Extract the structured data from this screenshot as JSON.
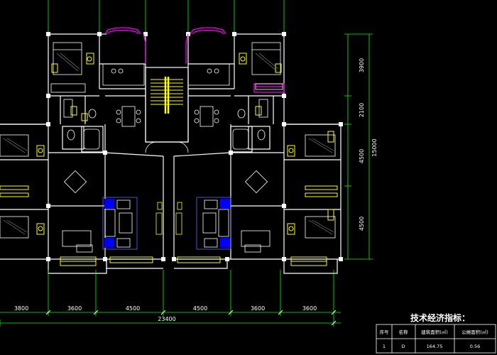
{
  "dimensions": {
    "bottom": [
      "3800",
      "3600",
      "4500",
      "4500",
      "3600",
      "3600"
    ],
    "total": "23400",
    "right": [
      "3900",
      "2100",
      "4500",
      "4500"
    ],
    "right_total": "15000"
  },
  "table": {
    "title": "技术经济指标：",
    "headers": [
      "序号",
      "名称",
      "建筑面积(㎡)",
      "公摊面积(㎡)"
    ],
    "row": [
      "1",
      "D",
      "164.75",
      "0.56"
    ]
  },
  "colors": {
    "wall": "#ffffff",
    "dimension": "#00ff00",
    "furniture": "#ffffff",
    "window": "#ffff00",
    "bay": "#ff00ff",
    "sofa_fill": "#0000ff"
  }
}
